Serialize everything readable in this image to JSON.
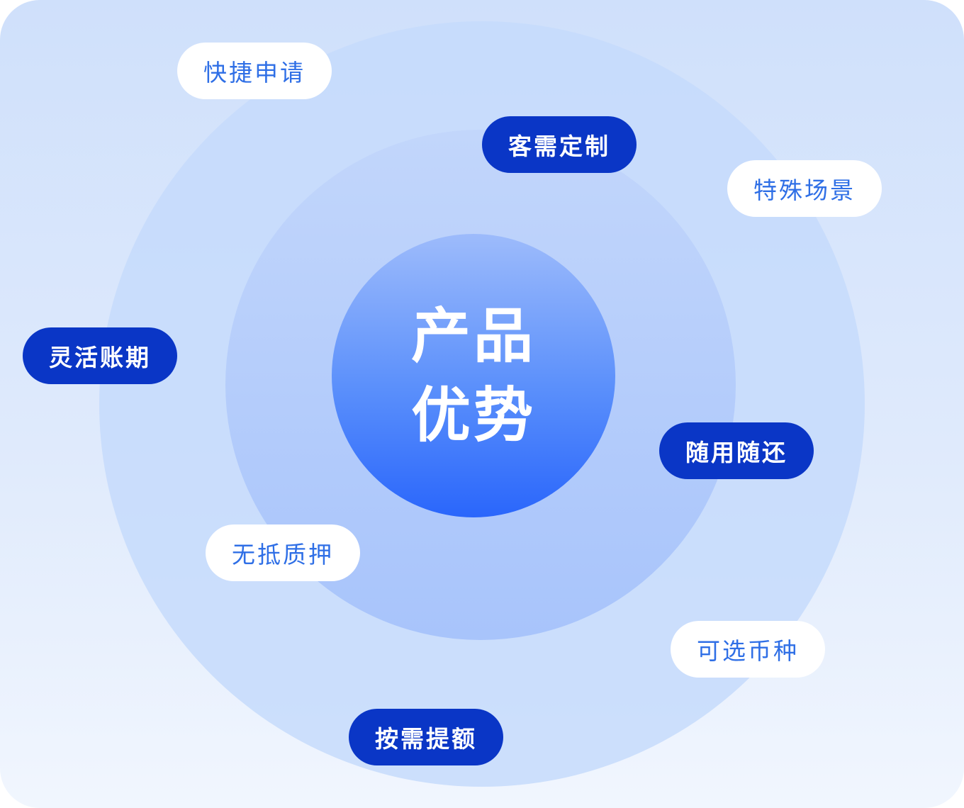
{
  "center": {
    "line1": "产品",
    "line2": "优势"
  },
  "features": [
    {
      "label": "快捷申请",
      "style": "light"
    },
    {
      "label": "客需定制",
      "style": "dark"
    },
    {
      "label": "特殊场景",
      "style": "light"
    },
    {
      "label": "灵活账期",
      "style": "dark"
    },
    {
      "label": "随用随还",
      "style": "dark"
    },
    {
      "label": "无抵质押",
      "style": "light"
    },
    {
      "label": "可选币种",
      "style": "light"
    },
    {
      "label": "按需提额",
      "style": "dark"
    }
  ],
  "colors": {
    "pill_dark": "#0a36c6",
    "pill_light_text": "#2f6fe6",
    "core_bottom": "#2a66fb"
  }
}
